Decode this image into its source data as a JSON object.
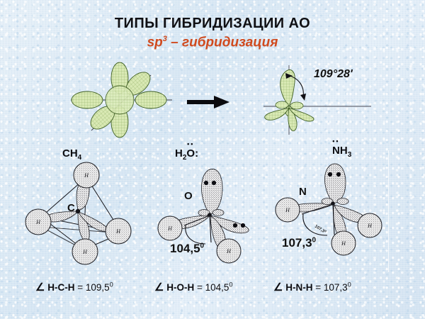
{
  "slide": {
    "title": "ТИПЫ ГИБРИДИЗАЦИИ АО",
    "subtitle_main": "sp",
    "subtitle_sup": "3",
    "subtitle_rest": " – гибридизация",
    "background_color": "#dde9f4",
    "accent_color": "#d04a1e",
    "orbital_fill": "#d6e8b0",
    "orbital_stroke": "#3d5c22"
  },
  "top_diagram": {
    "left_caption": "",
    "arrow": "right-arrow",
    "angle_label": "109°28'",
    "left_orbitals": "s + 3p atomic orbitals",
    "right_orbitals": "sp3 hybrid orbitals"
  },
  "molecules": [
    {
      "id": "methane",
      "formula_main": "CH",
      "formula_sub": "4",
      "lone_pairs_over": "",
      "formula_suffix": "",
      "center_atom": "C",
      "hydrogens": [
        "H",
        "H",
        "H",
        "H"
      ],
      "angle_label": "",
      "angle_deg": "",
      "inline_angle": ""
    },
    {
      "id": "water",
      "formula_main": "H",
      "formula_sub": "2",
      "formula_mid": "O",
      "lone_pairs_over": "••",
      "formula_suffix": ":",
      "center_atom": "O",
      "hydrogens": [
        "H",
        "H"
      ],
      "angle_label": "104,5",
      "angle_deg": "0",
      "inline_angle": ""
    },
    {
      "id": "ammonia",
      "formula_main": "N",
      "formula_mid": "H",
      "formula_sub": "3",
      "lone_pairs_over": "••",
      "formula_suffix": "",
      "center_atom": "N",
      "hydrogens": [
        "H",
        "H",
        "H"
      ],
      "angle_label": "107,3",
      "angle_deg": "0",
      "inline_angle": "107,3⁰"
    }
  ],
  "equations": [
    {
      "angle_glyph": "∠",
      "bonds": "H-C-H",
      "eq": "=",
      "value": "109,5",
      "deg": "0"
    },
    {
      "angle_glyph": "∠",
      "bonds": "H-O-H",
      "eq": "=",
      "value": "104,5",
      "deg": "0"
    },
    {
      "angle_glyph": "∠",
      "bonds": "H-N-H",
      "eq": "=",
      "value": "107,3",
      "deg": "0"
    }
  ]
}
